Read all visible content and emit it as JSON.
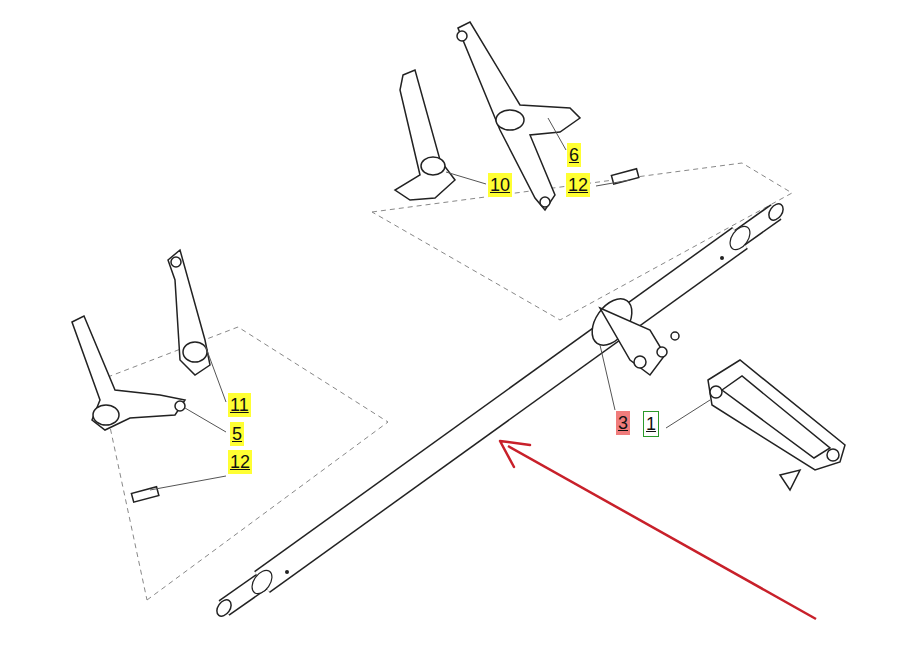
{
  "diagram": {
    "labels": [
      "6",
      "10",
      "12",
      "11",
      "3",
      "1",
      "5",
      "12"
    ]
  }
}
